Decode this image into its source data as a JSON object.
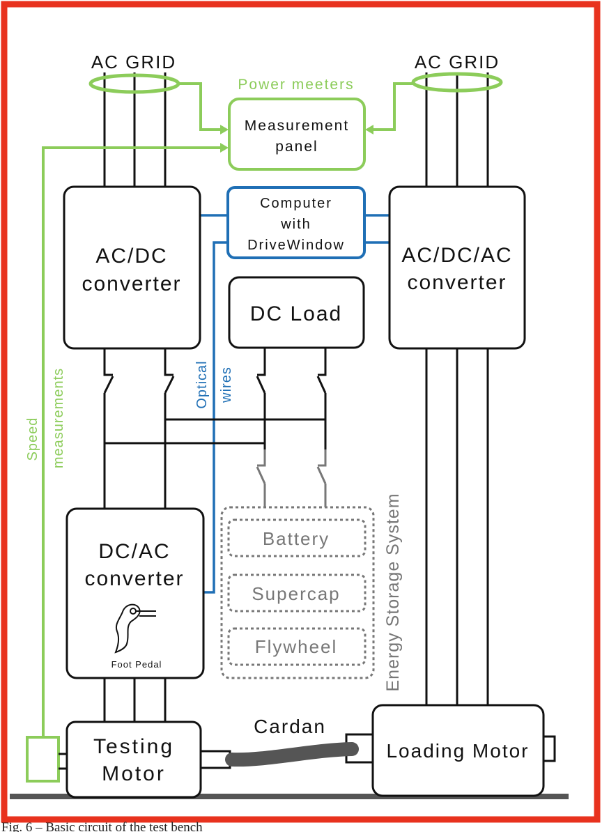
{
  "labels": {
    "ac_grid_left": "AC GRID",
    "ac_grid_right": "AC GRID",
    "power_meters": "Power meeters",
    "measurement_panel_line1": "Measurement",
    "measurement_panel_line2": "panel",
    "computer_line1": "Computer",
    "computer_line2": "with",
    "computer_line3": "DriveWindow",
    "acdc_line1": "AC/DC",
    "acdc_line2": "converter",
    "acdcac_line1": "AC/DC/AC",
    "acdcac_line2": "converter",
    "dc_load": "DC Load",
    "optical_line1": "Optical",
    "optical_line2": "wires",
    "speed_line1": "Speed",
    "speed_line2": "measurements",
    "dcac_line1": "DC/AC",
    "dcac_line2": "converter",
    "foot_pedal": "Foot Pedal",
    "battery": "Battery",
    "supercap": "Supercap",
    "flywheel": "Flywheel",
    "energy_storage": "Energy Storage System",
    "cardan": "Cardan",
    "testing_motor_line1": "Testing",
    "testing_motor_line2": "Motor",
    "loading_motor": "Loading Motor"
  },
  "caption": "Fig. 6 – Basic circuit of the test bench",
  "colors": {
    "frame": "#e8321e",
    "measurement": "#8ccc5a",
    "communication": "#1f6fb5",
    "storage": "#777777",
    "power": "#111111",
    "shaft": "#555555"
  }
}
